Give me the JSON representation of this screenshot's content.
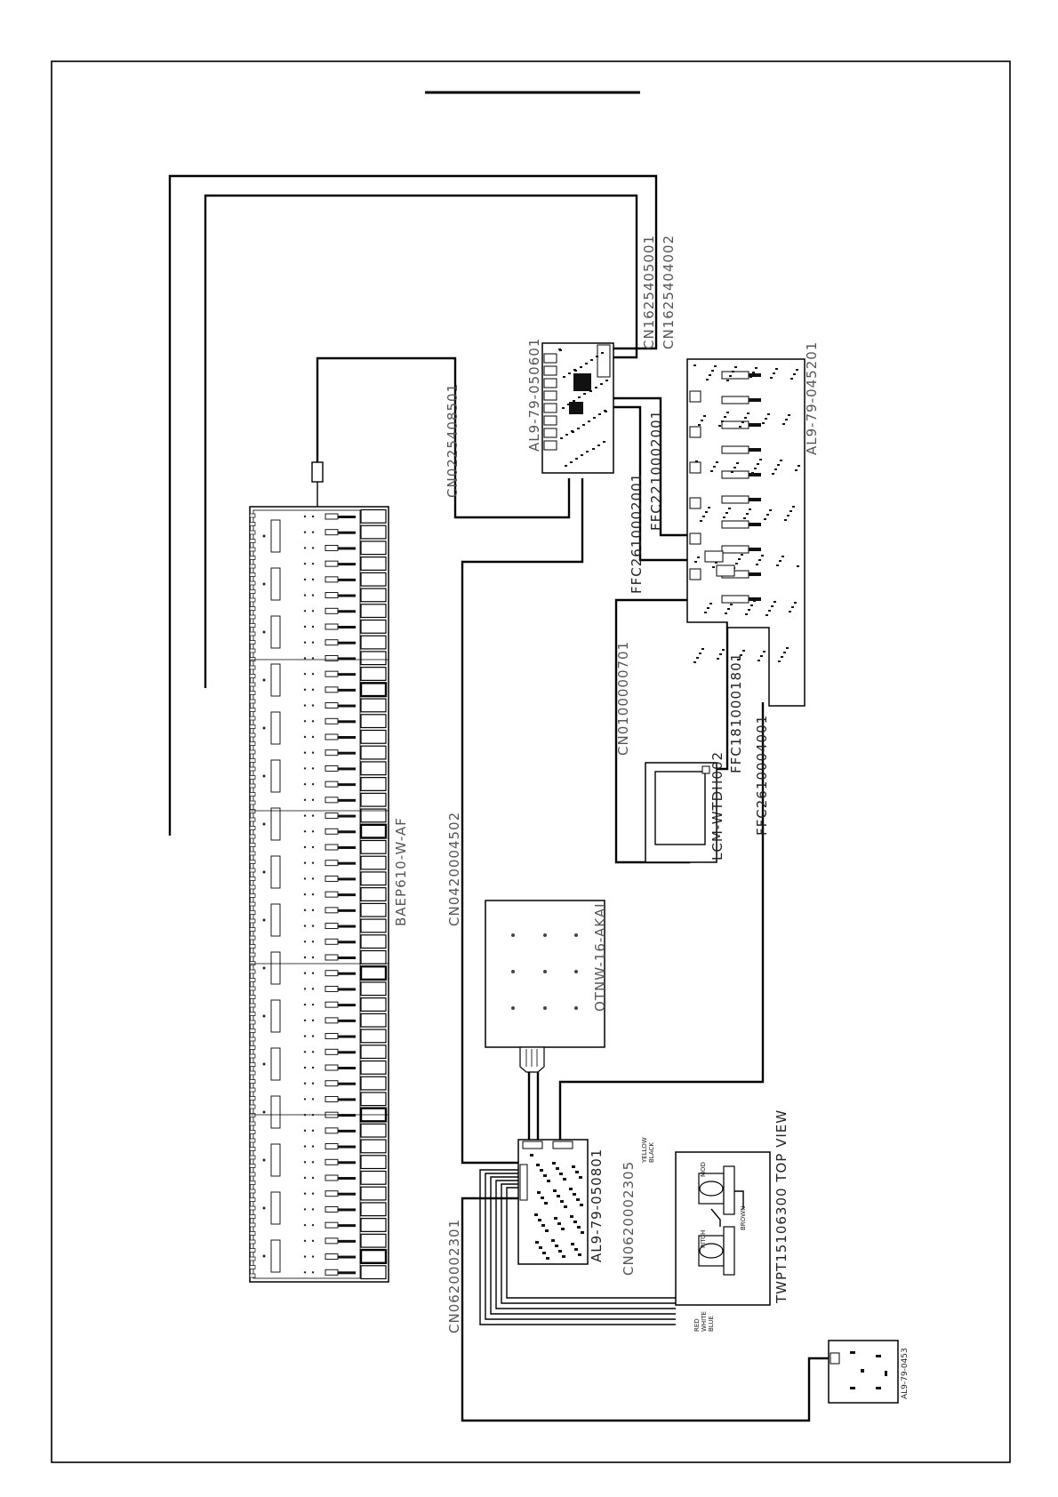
{
  "labels": {
    "conn_top_1": "CN1625405001",
    "conn_top_2": "CN1625404002",
    "main_board": "AL9-79-050601",
    "conn_main_cn022": "CN0225408501",
    "right_board": "AL9-79-045201",
    "ffc_2610": "FFC2610002001",
    "ffc_2210": "FFC2210002001",
    "ffc_1810": "FFC1810001801",
    "ffc_2610b": "FFC2610004001",
    "cn_lcd": "CN0100000701",
    "lcd": "LCM-WTDH002",
    "keybed": "BAEP610-W-AF",
    "cn_keybed": "CN0420004502",
    "pad": "OTNW-16-AKAI",
    "lower_board": "AL9-79-050801",
    "cn_062_305": "CN0620002305",
    "cn_062_301": "CN0620002301",
    "wheel": "TWPT15106300 TOP VIEW",
    "small_board": "AL9-79-0453",
    "wheel_mod": "MOD",
    "wheel_pitch": "PITCH",
    "wire_yellow": "YELLOW",
    "wire_black": "BLACK",
    "wire_brown": "BROWN",
    "wire_red": "RED",
    "wire_white": "WHITE",
    "wire_blue": "BLUE"
  }
}
